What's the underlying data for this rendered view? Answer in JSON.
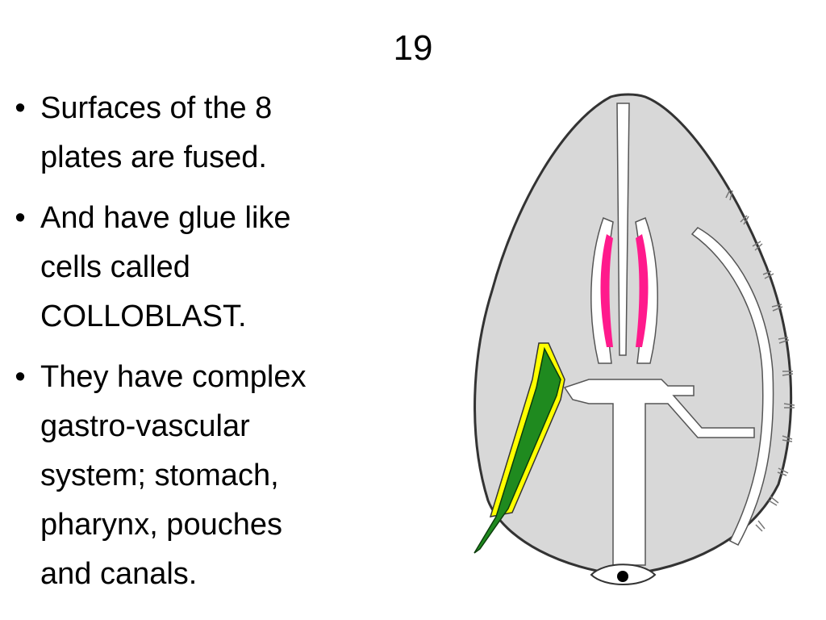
{
  "slide": {
    "title": "19",
    "bullets": [
      {
        "lines": [
          "Surfaces of the 8",
          "plates are fused."
        ]
      },
      {
        "lines": [
          "And have glue like",
          "cells called",
          "COLLOBLAST."
        ]
      },
      {
        "lines": [
          "They have complex",
          "gastro-vascular",
          "system; stomach,",
          "pharynx, pouches",
          "and canals."
        ]
      }
    ],
    "bullet_glyph": "•"
  },
  "figure": {
    "body_fill": "#d8d8d8",
    "outline": "#333333",
    "pharynx_color": "#ff1a8c",
    "tentacle_color": "#1f8a1f",
    "tentacle_edge_color": "#ffff00"
  }
}
